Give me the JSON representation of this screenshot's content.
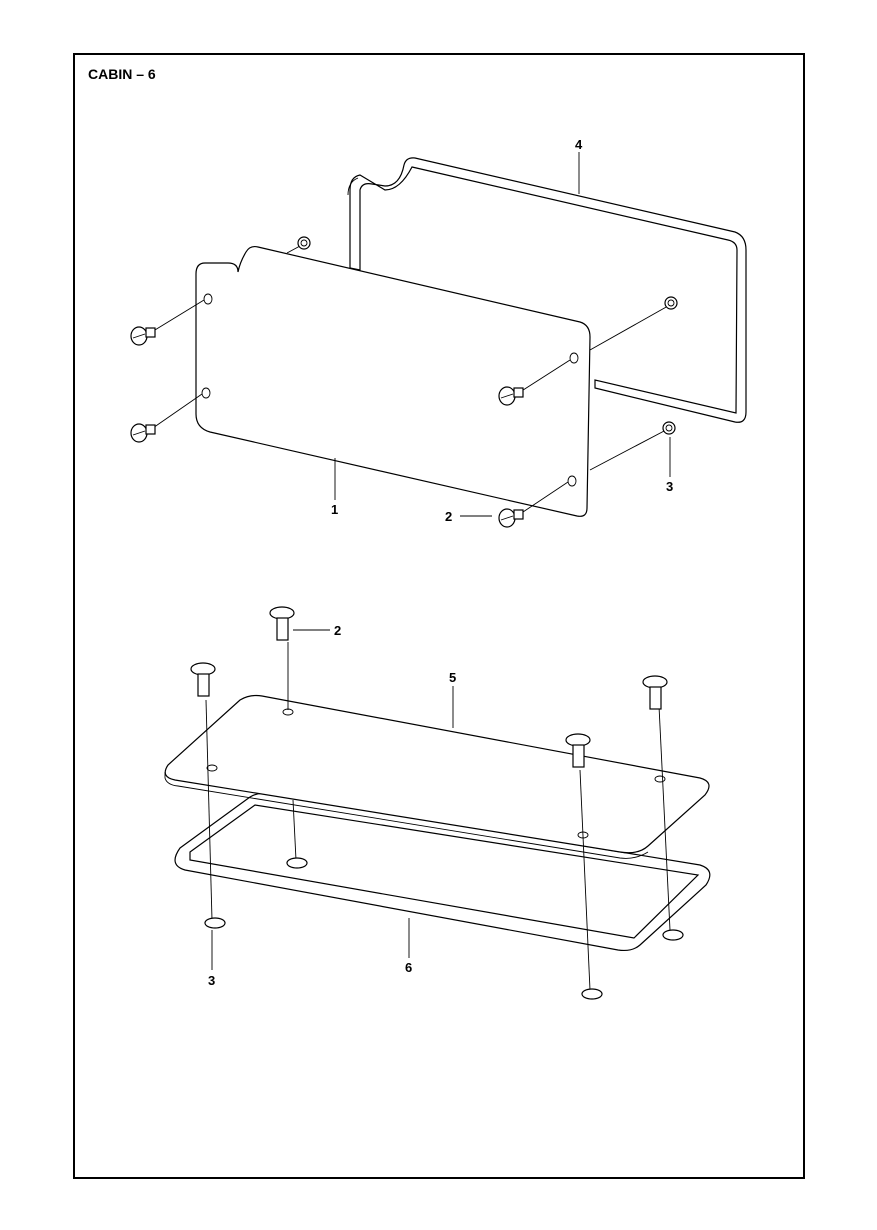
{
  "title": "CABIN – 6",
  "callouts": [
    {
      "number": "1",
      "part": "upper-panel"
    },
    {
      "number": "2",
      "part": "screw"
    },
    {
      "number": "3",
      "part": "washer"
    },
    {
      "number": "4",
      "part": "panel-gasket"
    },
    {
      "number": "2",
      "part": "screw"
    },
    {
      "number": "5",
      "part": "lower-plate"
    },
    {
      "number": "3",
      "part": "washer"
    },
    {
      "number": "6",
      "part": "lower-frame"
    }
  ]
}
